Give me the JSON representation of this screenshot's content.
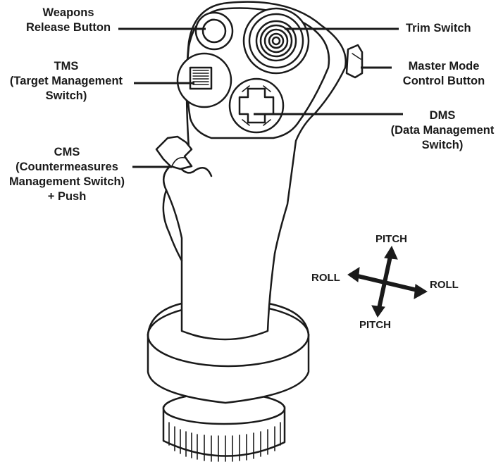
{
  "labels": {
    "weapons_release": [
      "Weapons",
      "Release Button"
    ],
    "tms": [
      "TMS",
      "(Target Management",
      "Switch)"
    ],
    "cms": [
      "CMS",
      "(Countermeasures",
      "Management Switch)",
      "+ Push"
    ],
    "trim": [
      "Trim Switch"
    ],
    "master_mode": [
      "Master Mode",
      "Control Button"
    ],
    "dms": [
      "DMS",
      "(Data Management",
      "Switch)"
    ]
  },
  "axes": {
    "pitch_up": "PITCH",
    "pitch_down": "PITCH",
    "roll_left": "ROLL",
    "roll_right": "ROLL"
  }
}
